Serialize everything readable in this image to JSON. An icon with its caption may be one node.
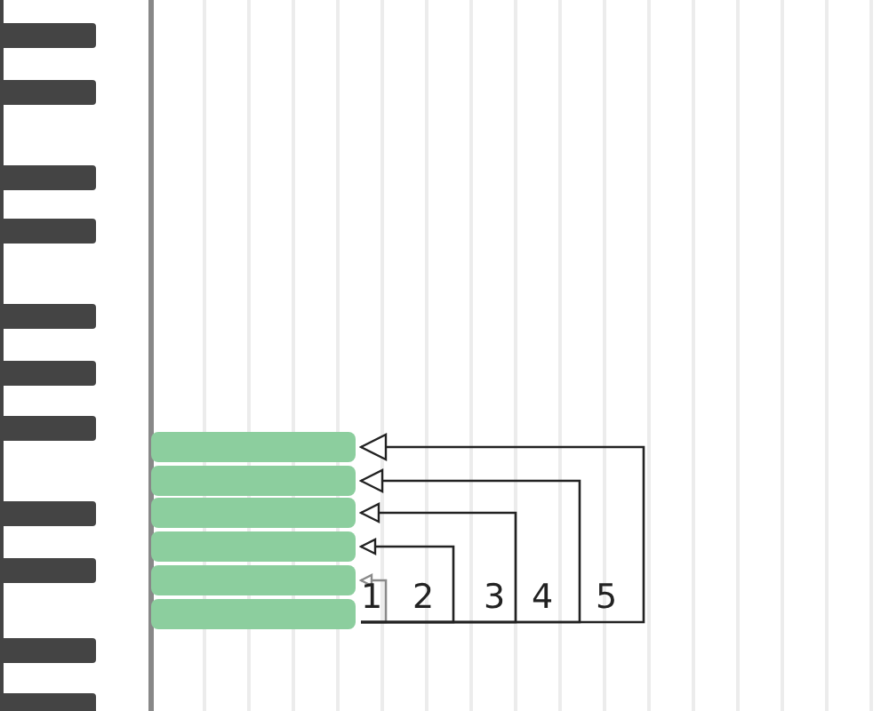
{
  "diagram": {
    "nodes": [
      {
        "text": [],
        "shape": "bar"
      },
      {
        "text": [],
        "shape": "bar"
      },
      {
        "text": [],
        "shape": "bar"
      },
      {
        "text": [],
        "shape": "bar"
      },
      {
        "text": [],
        "shape": "bar"
      },
      {
        "text": [],
        "shape": "bar"
      }
    ],
    "edges": [
      {
        "from": 5,
        "to": 4,
        "arrow": "to",
        "label": "1",
        "color": "#8a8a8a"
      },
      {
        "from": 5,
        "to": 3,
        "arrow": "to",
        "label": "2"
      },
      {
        "from": 5,
        "to": 2,
        "arrow": "to",
        "label": "3"
      },
      {
        "from": 5,
        "to": 1,
        "arrow": "to",
        "label": "4"
      },
      {
        "from": 5,
        "to": 0,
        "arrow": "to",
        "label": "5"
      }
    ]
  }
}
